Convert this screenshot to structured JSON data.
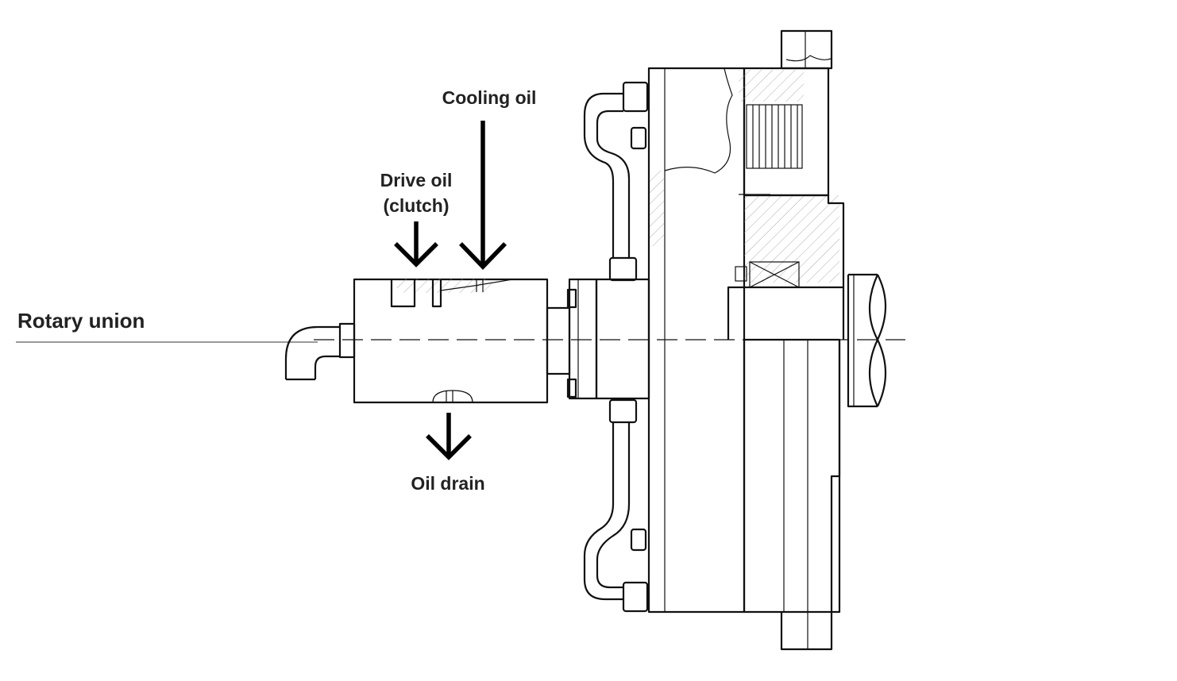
{
  "labels": {
    "rotary_union": "Rotary union",
    "cooling_oil": "Cooling oil",
    "drive_oil_line1": "Drive oil",
    "drive_oil_line2": "(clutch)",
    "oil_drain": "Oil drain"
  },
  "colors": {
    "line": "#111111",
    "text": "#222222",
    "background": "#ffffff"
  }
}
